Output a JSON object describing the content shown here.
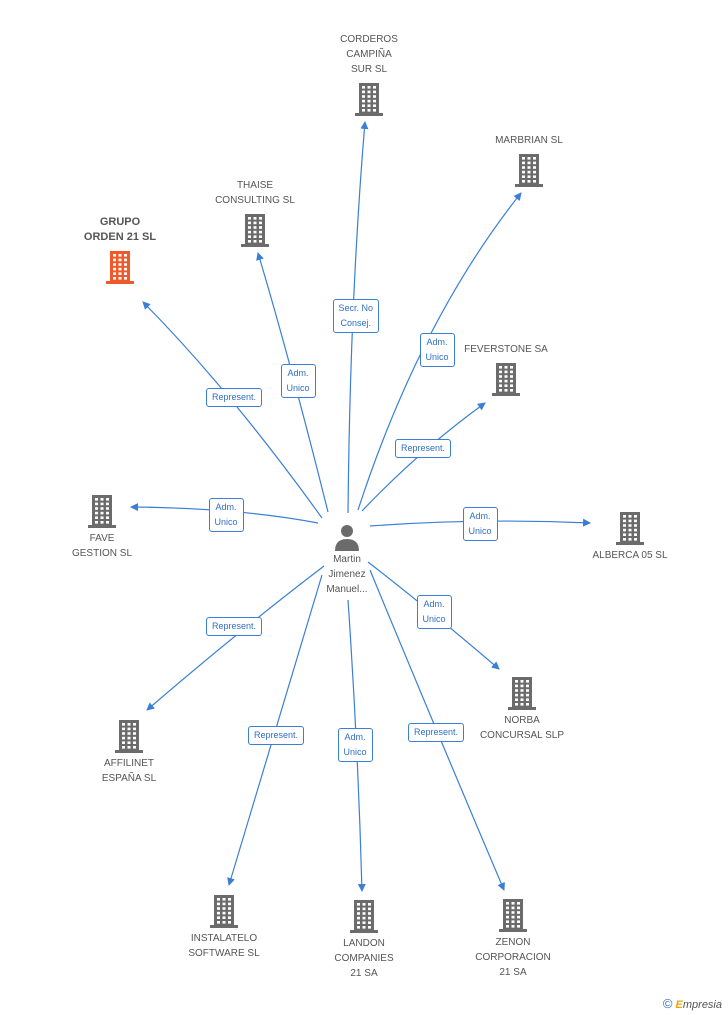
{
  "center": {
    "label": "Martin\nJimenez\nManuel..."
  },
  "nodes": [
    {
      "id": "corderos",
      "label": "CORDEROS\nCAMPIÑA\nSUR  SL",
      "highlight": false
    },
    {
      "id": "marbrian",
      "label": "MARBRIAN SL",
      "highlight": false
    },
    {
      "id": "thaise",
      "label": "THAISE\nCONSULTING SL",
      "highlight": false
    },
    {
      "id": "grupo",
      "label": "GRUPO\nORDEN 21 SL",
      "highlight": true
    },
    {
      "id": "feverstone",
      "label": "FEVERSTONE SA",
      "highlight": false
    },
    {
      "id": "fave",
      "label": "FAVE\nGESTION  SL",
      "highlight": false
    },
    {
      "id": "alberca",
      "label": "ALBERCA 05 SL",
      "highlight": false
    },
    {
      "id": "norba",
      "label": "NORBA\nCONCURSAL  SLP",
      "highlight": false
    },
    {
      "id": "affilinet",
      "label": "AFFILINET\nESPAÑA SL",
      "highlight": false
    },
    {
      "id": "instalatelo",
      "label": "INSTALATELO\nSOFTWARE  SL",
      "highlight": false
    },
    {
      "id": "landon",
      "label": "LANDON\nCOMPANIES\n21 SA",
      "highlight": false
    },
    {
      "id": "zenon",
      "label": "ZENON\nCORPORACION\n21 SA",
      "highlight": false
    }
  ],
  "edges": [
    {
      "to": "corderos",
      "label": "Secr.  No\nConsej."
    },
    {
      "to": "marbrian",
      "label": "Adm.\nUnico"
    },
    {
      "to": "thaise",
      "label": "Adm.\nUnico"
    },
    {
      "to": "grupo",
      "label": "Represent."
    },
    {
      "to": "feverstone",
      "label": "Represent."
    },
    {
      "to": "fave",
      "label": "Adm.\nUnico"
    },
    {
      "to": "alberca",
      "label": "Adm.\nUnico"
    },
    {
      "to": "norba",
      "label": "Adm.\nUnico"
    },
    {
      "to": "affilinet",
      "label": "Represent."
    },
    {
      "to": "instalatelo",
      "label": "Represent."
    },
    {
      "to": "landon",
      "label": "Adm.\nUnico"
    },
    {
      "to": "zenon",
      "label": "Represent."
    }
  ],
  "colors": {
    "edge": "#3a7fd5",
    "building": "#6b6b6b",
    "highlight": "#f05a28"
  },
  "footer": {
    "copyright": "©",
    "brand_initial": "E",
    "brand_rest": "mpresia"
  }
}
